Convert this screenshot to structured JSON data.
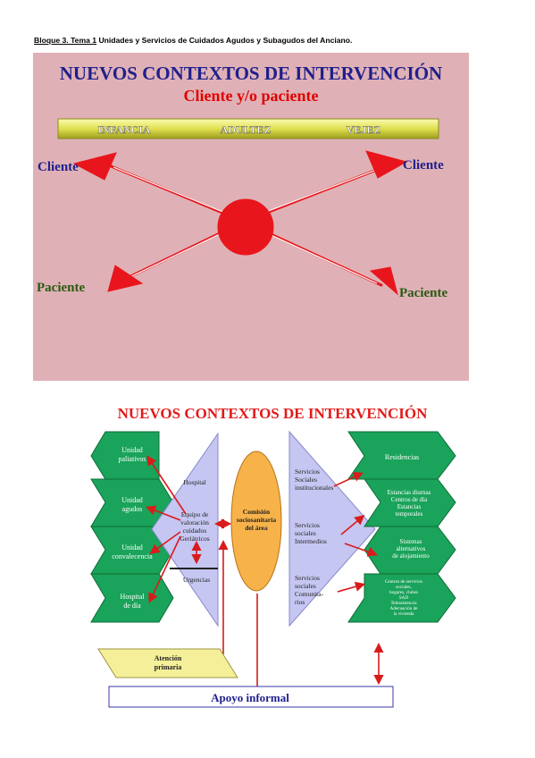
{
  "header": {
    "label": "Bloque 3. Tema 1",
    "title": "Unidades y Servicios de Cuidados Agudos y Subagudos del Anciano."
  },
  "slide1": {
    "title": "NUEVOS CONTEXTOS DE INTERVENCIÓN",
    "subtitle": "Cliente y/o paciente",
    "stages": [
      "INFANCIA",
      "ADULTEZ",
      "VEJEZ"
    ],
    "labels": {
      "top_left": "Cliente",
      "top_right": "Cliente",
      "bottom_left": "Paciente",
      "bottom_right": "Paciente"
    },
    "colors": {
      "background": "#dfb1b6",
      "title": "#1f1f8c",
      "subtitle": "#e10000",
      "arrow": "#e8161c",
      "bar": "#e0e050"
    }
  },
  "diagram": {
    "title": "NUEVOS CONTEXTOS  DE INTERVENCIÓN",
    "left_units": [
      [
        "Unidad",
        "paliativos"
      ],
      [
        "Unidad",
        "agudos"
      ],
      [
        "Unidad",
        "convalecencia"
      ],
      [
        "Hospital",
        "de día"
      ]
    ],
    "hospital": {
      "title": "Hospital",
      "team": [
        "Equipo de",
        "valoración",
        "cuidados",
        "Geriátricos"
      ],
      "emergency": "Urgencias"
    },
    "commission": [
      "Comisión",
      "sociosanitaria",
      "del área"
    ],
    "social_services": [
      [
        "Servicios",
        "Sociales",
        "institucionales"
      ],
      [
        "Servicios",
        "sociales",
        "Intermedios"
      ],
      [
        "Servicios",
        "sociales",
        "Comunita-",
        "rios"
      ]
    ],
    "right_units": [
      [
        "Residencias"
      ],
      [
        "Estancias diurnas",
        "Centros de día",
        "Estancias",
        "temporales"
      ],
      [
        "Sistemas",
        "alternativos",
        "de alojamiento"
      ],
      [
        "Centros de servicios",
        "sociales,",
        "hogares, clubes",
        "SAD",
        "Teleasistencia",
        "Adecuación de",
        "la vivienda"
      ]
    ],
    "primary_care": [
      "Atención",
      "primaria"
    ],
    "informal_support": "Apoyo informal",
    "colors": {
      "green": "#1aa35a",
      "lavender": "#c6c6f2",
      "orange": "#f7b24a",
      "yellow": "#f5ef9a",
      "arrow": "#d81b1b",
      "title": "#e21a1a"
    }
  }
}
